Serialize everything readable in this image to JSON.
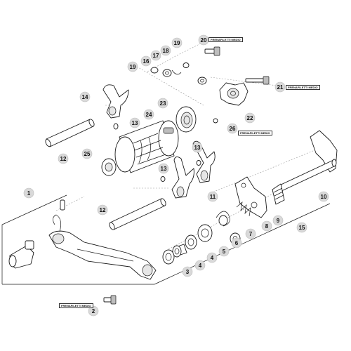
{
  "part_numbers": [
    "1",
    "2",
    "3",
    "4",
    "4",
    "5",
    "6",
    "7",
    "8",
    "9",
    "10",
    "11",
    "12",
    "12",
    "13",
    "13",
    "13",
    "14",
    "15",
    "16",
    "17",
    "18",
    "19",
    "19",
    "20",
    "21",
    "22",
    "23",
    "24",
    "25",
    "26"
  ],
  "callouts": {
    "threadlocker": "FRENAFILETTI MEDIO"
  },
  "colors": {
    "badge_fill": "#d9d9d9",
    "badge_stroke": "#bcbcbc",
    "line": "#1a1a1a",
    "leader": "#9a9a9a"
  }
}
